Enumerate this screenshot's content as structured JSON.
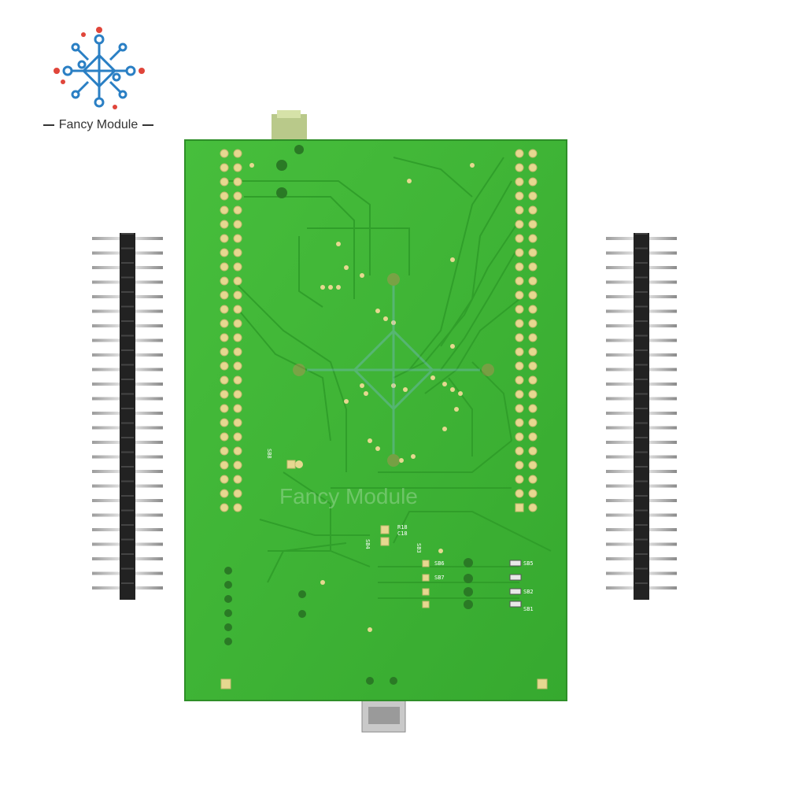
{
  "brand": {
    "name": "Fancy Module",
    "colors": {
      "blue": "#2a7fc4",
      "red": "#e0453a"
    }
  },
  "board": {
    "color": "#3fb535",
    "trace_color": "#2e9a2a",
    "pad_color": "#d8c88a",
    "silkscreen": [
      "SB8",
      "SB4",
      "C18",
      "R18",
      "SB3",
      "SB6",
      "SB7",
      "SB5",
      "SB2",
      "SB1"
    ]
  },
  "headers": {
    "left": {
      "pins": 25
    },
    "right": {
      "pins": 25
    }
  },
  "watermark": "Fancy Module"
}
